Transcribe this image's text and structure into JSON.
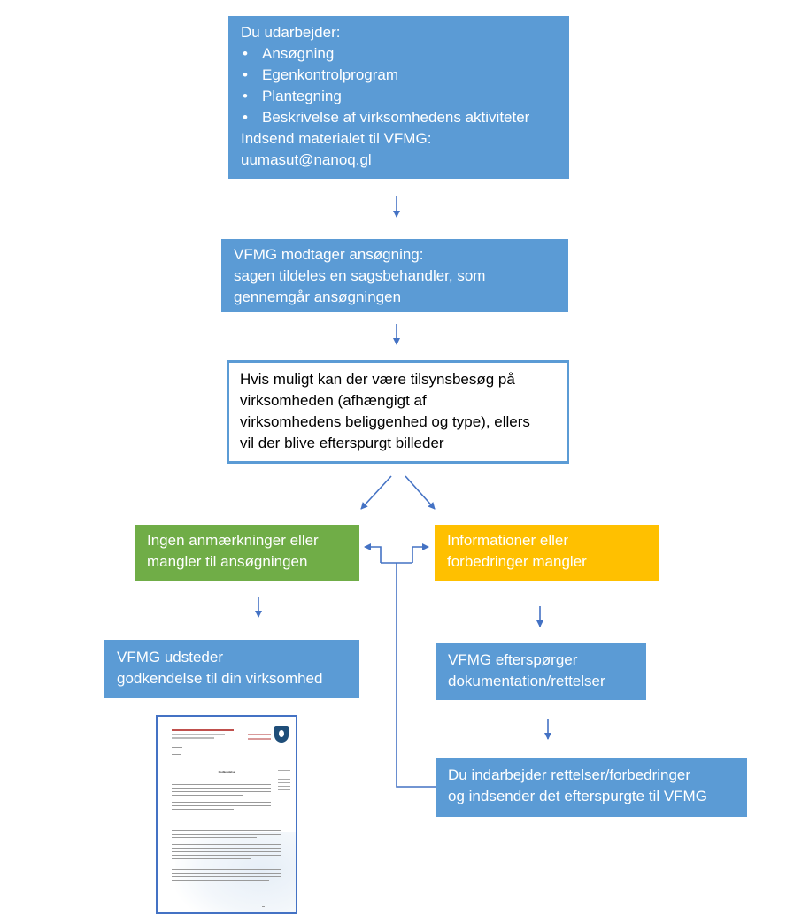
{
  "colors": {
    "blue": "#5b9bd5",
    "green": "#70ad47",
    "yellow": "#ffc000",
    "arrow": "#4472c4"
  },
  "step1": {
    "heading": "Du udarbejder:",
    "items": [
      "Ansøgning",
      "Egenkontrolprogram",
      "Plantegning",
      "Beskrivelse af virksomhedens aktiviteter"
    ],
    "send_line": "Indsend materialet til VFMG:",
    "email": "uumasut@nanoq.gl"
  },
  "step2": {
    "lines": [
      "VFMG modtager ansøgning:",
      "sagen tildeles en sagsbehandler, som",
      "gennemgår ansøgningen"
    ]
  },
  "step3": {
    "lines": [
      "Hvis muligt kan der være tilsynsbesøg på",
      "virksomheden (afhængigt af",
      "virksomhedens beliggenhed og type), ellers",
      "vil der blive efterspurgt billeder"
    ]
  },
  "approved": {
    "lines": [
      "Ingen anmærkninger eller",
      "mangler til ansøgningen"
    ]
  },
  "missing": {
    "lines": [
      "Informationer eller",
      "forbedringer mangler"
    ]
  },
  "approval": {
    "lines": [
      "VFMG udsteder",
      "godkendelse til din virksomhed"
    ]
  },
  "request": {
    "lines": [
      "VFMG efterspørger",
      "dokumentation/rettelser"
    ]
  },
  "resubmit": {
    "lines": [
      "Du indarbejder rettelser/forbedringer",
      "og indsender det efterspurgte til VFMG"
    ]
  },
  "document": {
    "title": "Godkendelse"
  }
}
